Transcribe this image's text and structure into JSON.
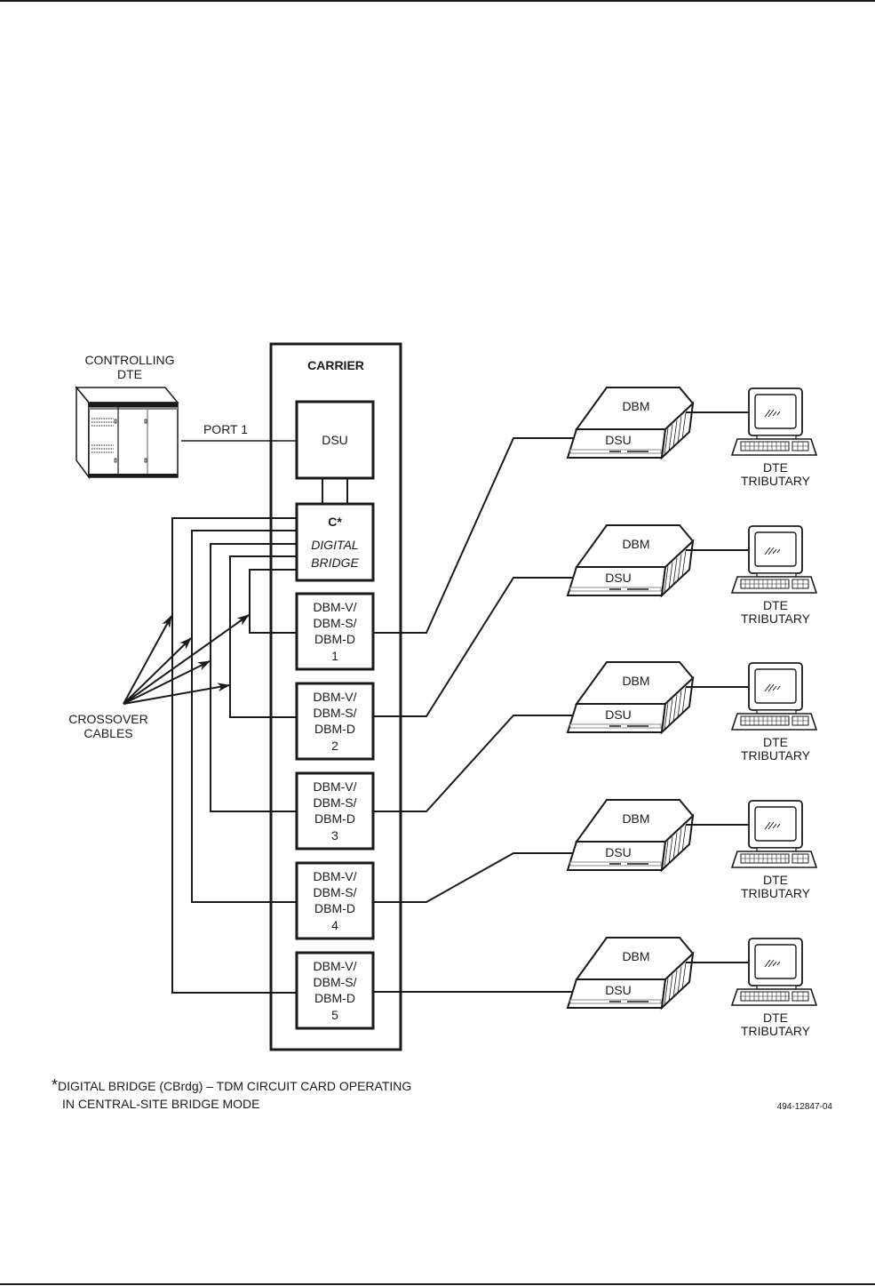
{
  "page": {
    "top_rule": true,
    "bottom_rule": true
  },
  "diagram": {
    "controlling_dte": {
      "label_line1": "CONTROLLING",
      "label_line2": "DTE",
      "icon": "mainframe-cabinet-icon"
    },
    "port_label": "PORT 1",
    "carrier": {
      "title": "CARRIER",
      "dsu_label": "DSU",
      "bridge": {
        "line1": "C*",
        "line2": "DIGITAL",
        "line3": "BRIDGE"
      },
      "cards": [
        {
          "line1": "DBM-V/",
          "line2": "DBM-S/",
          "line3": "DBM-D",
          "number": "1"
        },
        {
          "line1": "DBM-V/",
          "line2": "DBM-S/",
          "line3": "DBM-D",
          "number": "2"
        },
        {
          "line1": "DBM-V/",
          "line2": "DBM-S/",
          "line3": "DBM-D",
          "number": "3"
        },
        {
          "line1": "DBM-V/",
          "line2": "DBM-S/",
          "line3": "DBM-D",
          "number": "4"
        },
        {
          "line1": "DBM-V/",
          "line2": "DBM-S/",
          "line3": "DBM-D",
          "number": "5"
        }
      ]
    },
    "crossover": {
      "label_line1": "CROSSOVER",
      "label_line2": "CABLES",
      "count": 5
    },
    "tributaries": [
      {
        "top_label": "DBM",
        "bottom_label": "DSU",
        "dte_line1": "DTE",
        "dte_line2": "TRIBUTARY"
      },
      {
        "top_label": "DBM",
        "bottom_label": "DSU",
        "dte_line1": "DTE",
        "dte_line2": "TRIBUTARY"
      },
      {
        "top_label": "DBM",
        "bottom_label": "DSU",
        "dte_line1": "DTE",
        "dte_line2": "TRIBUTARY"
      },
      {
        "top_label": "DBM",
        "bottom_label": "DSU",
        "dte_line1": "DTE",
        "dte_line2": "TRIBUTARY"
      },
      {
        "top_label": "DBM",
        "bottom_label": "DSU",
        "dte_line1": "DTE",
        "dte_line2": "TRIBUTARY"
      }
    ],
    "footnote": {
      "asterisk": "*",
      "line1": "DIGITAL BRIDGE (CBrdg) – TDM CIRCUIT CARD OPERATING",
      "line2": "IN CENTRAL-SITE BRIDGE MODE"
    },
    "figure_id": "494-12847-04"
  }
}
